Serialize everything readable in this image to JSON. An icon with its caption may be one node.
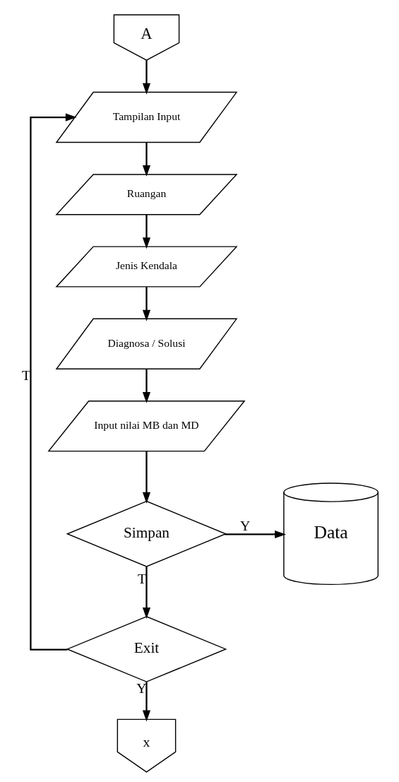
{
  "diagram": {
    "nodes": [
      {
        "text": [
          "A"
        ]
      },
      {
        "text": [
          "Tampilan Input"
        ]
      },
      {
        "text": [
          "Ruangan"
        ]
      },
      {
        "text": [
          "Jenis Kendala"
        ]
      },
      {
        "text": [
          "Diagnosa / Solusi"
        ]
      },
      {
        "text": [
          "Input nilai MB dan MD"
        ]
      },
      {
        "text": [
          "Simpan"
        ]
      },
      {
        "text": [
          "Data"
        ]
      },
      {
        "text": [
          "Exit"
        ]
      },
      {
        "text": [
          "x"
        ]
      }
    ],
    "edges": [
      {
        "from": 0,
        "to": 1,
        "arrow": "to"
      },
      {
        "from": 1,
        "to": 2,
        "arrow": "to"
      },
      {
        "from": 2,
        "to": 3,
        "arrow": "to"
      },
      {
        "from": 3,
        "to": 4,
        "arrow": "to"
      },
      {
        "from": 4,
        "to": 5,
        "arrow": "to"
      },
      {
        "from": 5,
        "to": 6,
        "arrow": "to"
      },
      {
        "from": 6,
        "to": 7,
        "arrow": "to",
        "label": "Y"
      },
      {
        "from": 6,
        "to": 8,
        "arrow": "to",
        "label": "T"
      },
      {
        "from": 8,
        "to": 1,
        "arrow": "to",
        "label": "T"
      },
      {
        "from": 8,
        "to": 9,
        "arrow": "to",
        "label": "Y"
      }
    ]
  }
}
